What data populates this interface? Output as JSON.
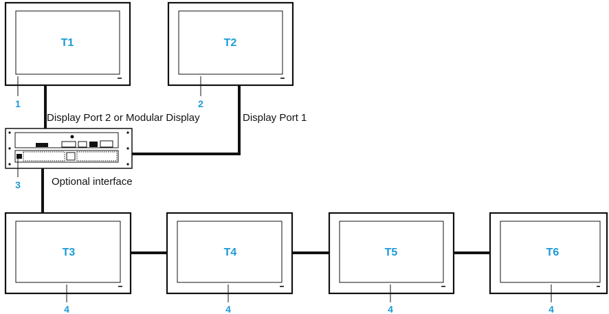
{
  "colors": {
    "accent": "#1a9ad6",
    "line": "#111111",
    "background": "#ffffff"
  },
  "terminals": [
    {
      "id": "t1",
      "label": "T1",
      "callout": "1"
    },
    {
      "id": "t2",
      "label": "T2",
      "callout": "2"
    },
    {
      "id": "t3",
      "label": "T3",
      "callout": "4"
    },
    {
      "id": "t4",
      "label": "T4",
      "callout": "4"
    },
    {
      "id": "t5",
      "label": "T5",
      "callout": "4"
    },
    {
      "id": "t6",
      "label": "T6",
      "callout": "4"
    }
  ],
  "module": {
    "callout": "3"
  },
  "port_labels": {
    "port2": "Display Port 2 or Modular Display",
    "port1": "Display Port 1",
    "optional": "Optional interface"
  }
}
